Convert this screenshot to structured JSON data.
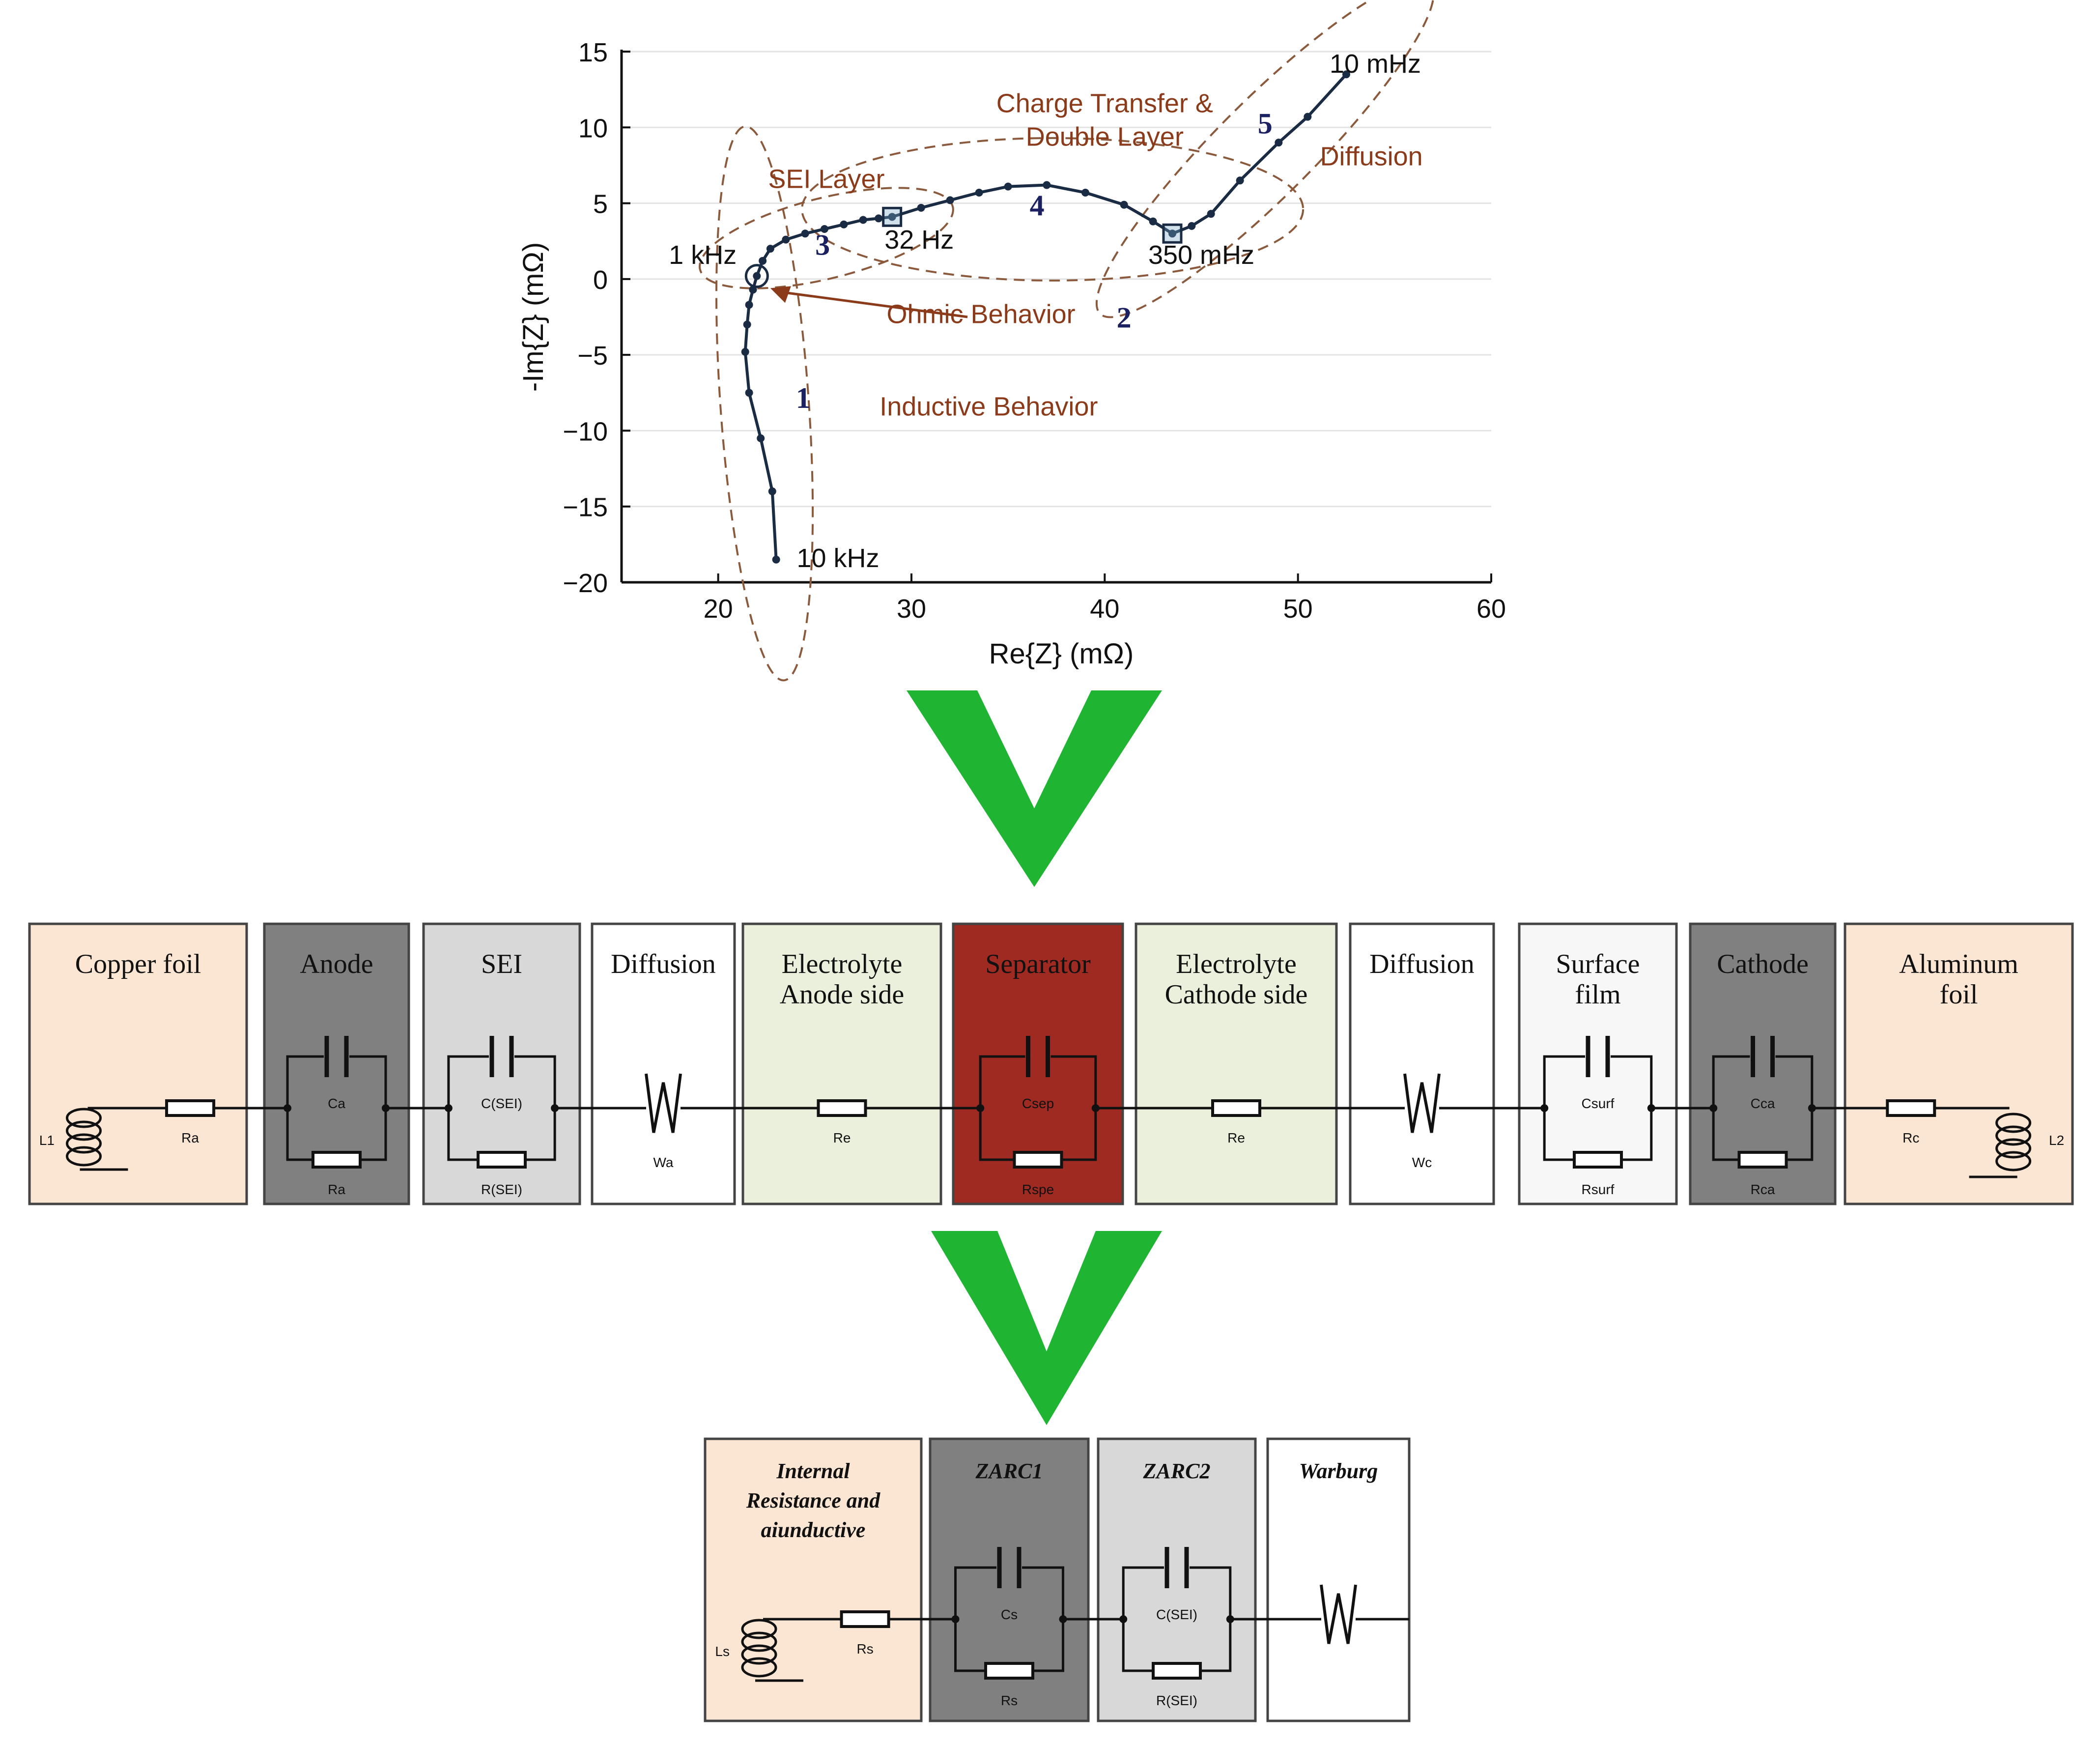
{
  "chart_data": {
    "type": "line",
    "xlabel": "Re{Z} (mΩ)",
    "ylabel": "-Im{Z} (mΩ)",
    "xlim": [
      15,
      60
    ],
    "ylim": [
      -20,
      15
    ],
    "xticks": [
      20,
      30,
      40,
      50,
      60
    ],
    "yticks": [
      15,
      10,
      5,
      0,
      -5,
      -10,
      -15,
      -20
    ],
    "grid": "horizontal",
    "series": [
      {
        "color": "#1a2b44",
        "x": [
          23.0,
          22.8,
          22.2,
          21.6,
          21.4,
          21.5,
          21.6,
          21.8,
          22.0,
          22.3,
          22.7,
          23.5,
          24.5,
          25.5,
          26.5,
          27.5,
          28.3,
          29.0,
          30.5,
          32.0,
          33.5,
          35.0,
          37.0,
          39.0,
          41.0,
          42.5,
          43.5,
          44.5,
          45.5,
          47.0,
          49.0,
          50.5,
          52.5
        ],
        "y": [
          -18.5,
          -14.0,
          -10.5,
          -7.5,
          -4.8,
          -3.0,
          -1.7,
          -0.7,
          0.2,
          1.2,
          2.0,
          2.6,
          3.0,
          3.3,
          3.6,
          3.9,
          4.0,
          4.1,
          4.7,
          5.2,
          5.7,
          6.1,
          6.2,
          5.7,
          4.9,
          3.8,
          3.0,
          3.5,
          4.3,
          6.5,
          9.0,
          10.7,
          13.5
        ]
      }
    ],
    "markers": [
      {
        "x": 22.0,
        "y": 0.2,
        "shape": "circle"
      },
      {
        "x": 29.0,
        "y": 4.1,
        "shape": "square"
      },
      {
        "x": 43.5,
        "y": 3.0,
        "shape": "square"
      }
    ],
    "annotations": [
      {
        "text": "10 mHz",
        "x": 54.0,
        "y": 13.6,
        "color": "#111111"
      },
      {
        "text": "Charge Transfer &",
        "x": 40.0,
        "y": 11.0,
        "color": "#8b3a1a"
      },
      {
        "text": "Double Layer",
        "x": 40.0,
        "y": 8.8,
        "color": "#8b3a1a"
      },
      {
        "text": "Diffusion",
        "x": 53.8,
        "y": 7.5,
        "color": "#8b3a1a"
      },
      {
        "text": "SEI Layer",
        "x": 25.6,
        "y": 6.0,
        "color": "#8b3a1a"
      },
      {
        "text": "32 Hz",
        "x": 30.4,
        "y": 2.0,
        "color": "#111111"
      },
      {
        "text": "350 mHz",
        "x": 45.0,
        "y": 1.0,
        "color": "#111111"
      },
      {
        "text": "1 kHz",
        "x": 19.2,
        "y": 1.0,
        "color": "#111111"
      },
      {
        "text": "Ohmic Behavior",
        "x": 33.6,
        "y": -2.9,
        "color": "#8b3a1a"
      },
      {
        "text": "Inductive Behavior",
        "x": 34.0,
        "y": -9.0,
        "color": "#8b3a1a"
      },
      {
        "text": "10 kHz",
        "x": 26.2,
        "y": -19.0,
        "color": "#111111"
      },
      {
        "text": "1",
        "x": 24.4,
        "y": -8.5,
        "color": "#1a2060",
        "serif": true
      },
      {
        "text": "2",
        "x": 41.0,
        "y": -3.2,
        "color": "#1a2060",
        "serif": true
      },
      {
        "text": "3",
        "x": 25.4,
        "y": 1.6,
        "color": "#1a2060",
        "serif": true
      },
      {
        "text": "4",
        "x": 36.5,
        "y": 4.2,
        "color": "#1a2060",
        "serif": true
      },
      {
        "text": "5",
        "x": 48.3,
        "y": 9.6,
        "color": "#1a2060",
        "serif": true
      }
    ]
  },
  "detailed_model": {
    "blocks": [
      {
        "label": [
          "Copper foil"
        ],
        "fill": "#fbe5d3",
        "label_color": "#111111",
        "kind": "inductor-left",
        "parts": [
          "L1",
          "Ra"
        ]
      },
      {
        "label": [
          "Anode"
        ],
        "fill": "#808080",
        "label_color": "#111111",
        "kind": "rc",
        "parts": [
          "Ca",
          "Ra"
        ]
      },
      {
        "label": [
          "SEI"
        ],
        "fill": "#d8d8d8",
        "label_color": "#111111",
        "kind": "rc",
        "parts": [
          "C(SEI)",
          "R(SEI)"
        ]
      },
      {
        "label": [
          "Diffusion"
        ],
        "fill": "#ffffff",
        "label_color": "#111111",
        "kind": "warburg",
        "parts": [
          "Wa"
        ]
      },
      {
        "label": [
          "Electrolyte",
          "Anode side"
        ],
        "fill": "#ebf0dc",
        "label_color": "#111111",
        "kind": "resistor",
        "parts": [
          "Re"
        ]
      },
      {
        "label": [
          "Separator"
        ],
        "fill": "#9e2a22",
        "label_color": "#111111",
        "kind": "rc",
        "parts": [
          "Csep",
          "Rspe"
        ]
      },
      {
        "label": [
          "Electrolyte",
          "Cathode side"
        ],
        "fill": "#ebf0dc",
        "label_color": "#111111",
        "kind": "resistor",
        "parts": [
          "Re"
        ]
      },
      {
        "label": [
          "Diffusion"
        ],
        "fill": "#ffffff",
        "label_color": "#111111",
        "kind": "warburg",
        "parts": [
          "Wc"
        ]
      },
      {
        "label": [
          "Surface",
          "film"
        ],
        "fill": "#f7f7f7",
        "label_color": "#111111",
        "kind": "rc",
        "parts": [
          "Csurf",
          "Rsurf"
        ]
      },
      {
        "label": [
          "Cathode"
        ],
        "fill": "#808080",
        "label_color": "#111111",
        "kind": "rc",
        "parts": [
          "Cca",
          "Rca"
        ]
      },
      {
        "label": [
          "Aluminum",
          "foil"
        ],
        "fill": "#fbe5d3",
        "label_color": "#111111",
        "kind": "inductor-right",
        "parts": [
          "Rc",
          "L2"
        ]
      }
    ]
  },
  "simplified_model": {
    "blocks": [
      {
        "label": [
          "Internal",
          "Resistance and",
          "aiunductive"
        ],
        "fill": "#fbe5d3",
        "label_color": "#111111",
        "kind": "inductor-left",
        "parts": [
          "Ls",
          "Rs"
        ]
      },
      {
        "label": [
          "ZARC1"
        ],
        "fill": "#808080",
        "label_color": "#111111",
        "kind": "rc",
        "parts": [
          "Cs",
          "Rs"
        ]
      },
      {
        "label": [
          "ZARC2"
        ],
        "fill": "#d8d8d8",
        "label_color": "#111111",
        "kind": "rc",
        "parts": [
          "C(SEI)",
          "R(SEI)"
        ]
      },
      {
        "label": [
          "Warburg"
        ],
        "fill": "#ffffff",
        "label_color": "#111111",
        "kind": "warburg",
        "parts": []
      }
    ]
  },
  "arrows": [
    {
      "color": "#1fb533",
      "direction": "down"
    },
    {
      "color": "#1fb533",
      "direction": "down"
    }
  ]
}
